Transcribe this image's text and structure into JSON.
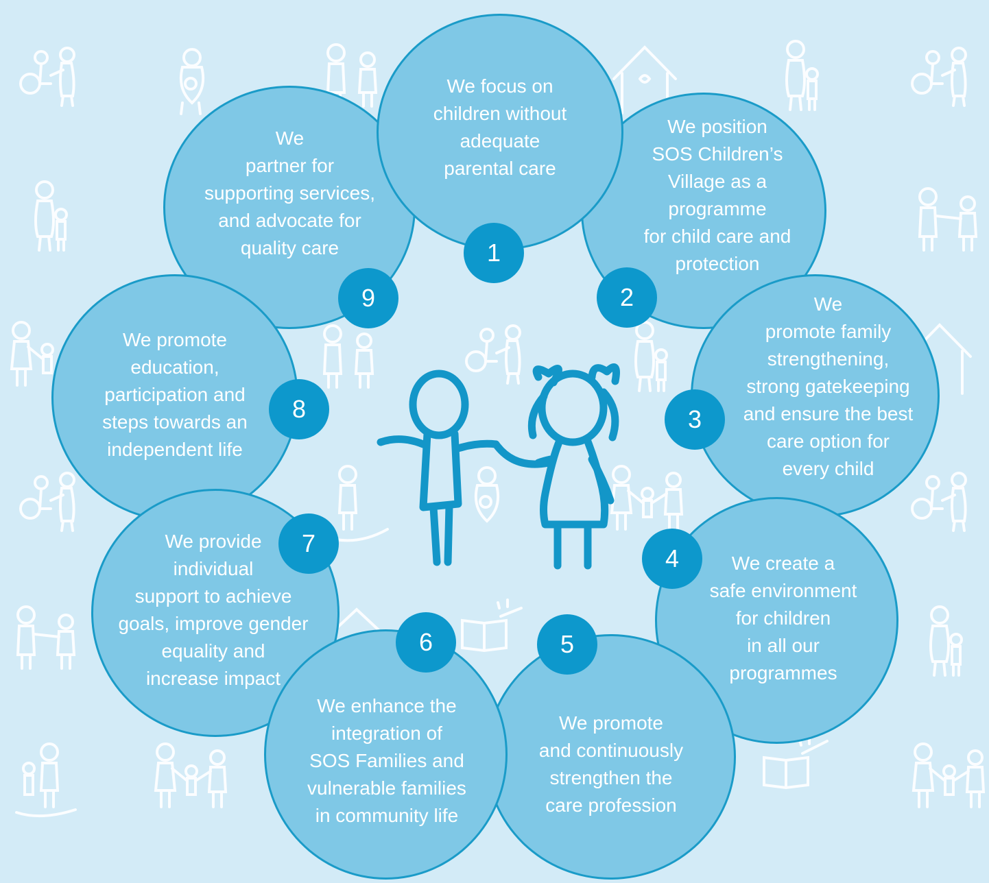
{
  "principles": [
    {
      "number": "1",
      "text": "We focus on\nchildren without\nadequate\nparental care"
    },
    {
      "number": "2",
      "text": "We position\nSOS Children’s\nVillage as a\nprogramme\nfor child care and\nprotection"
    },
    {
      "number": "3",
      "text": "We\npromote family\nstrengthening,\nstrong gatekeeping\nand ensure the best\ncare option for\nevery child"
    },
    {
      "number": "4",
      "text": "We create a\nsafe environment\nfor children\nin all our\nprogrammes"
    },
    {
      "number": "5",
      "text": "We promote\nand continuously\nstrengthen the\ncare profession"
    },
    {
      "number": "6",
      "text": "We enhance the\nintegration of\nSOS Families and\nvulnerable families\nin community life"
    },
    {
      "number": "7",
      "text": "We provide\nindividual\nsupport to achieve\ngoals, improve gender\nequality and\nincrease impact"
    },
    {
      "number": "8",
      "text": "We promote\neducation,\nparticipation and\nsteps towards an\nindependent life"
    },
    {
      "number": "9",
      "text": "We\npartner for\nsupporting services,\nand advocate for\nquality care"
    }
  ],
  "colors": {
    "background": "#d3ebf7",
    "petal_fill": "#7fc8e6",
    "petal_border": "#1a9bc8",
    "badge": "#0d98cc",
    "center_figure": "#1396c8"
  },
  "icons": [
    "family-icon",
    "wheelchair-helper-icon",
    "house-icon",
    "book-icon",
    "children-holding-hands-icon"
  ]
}
